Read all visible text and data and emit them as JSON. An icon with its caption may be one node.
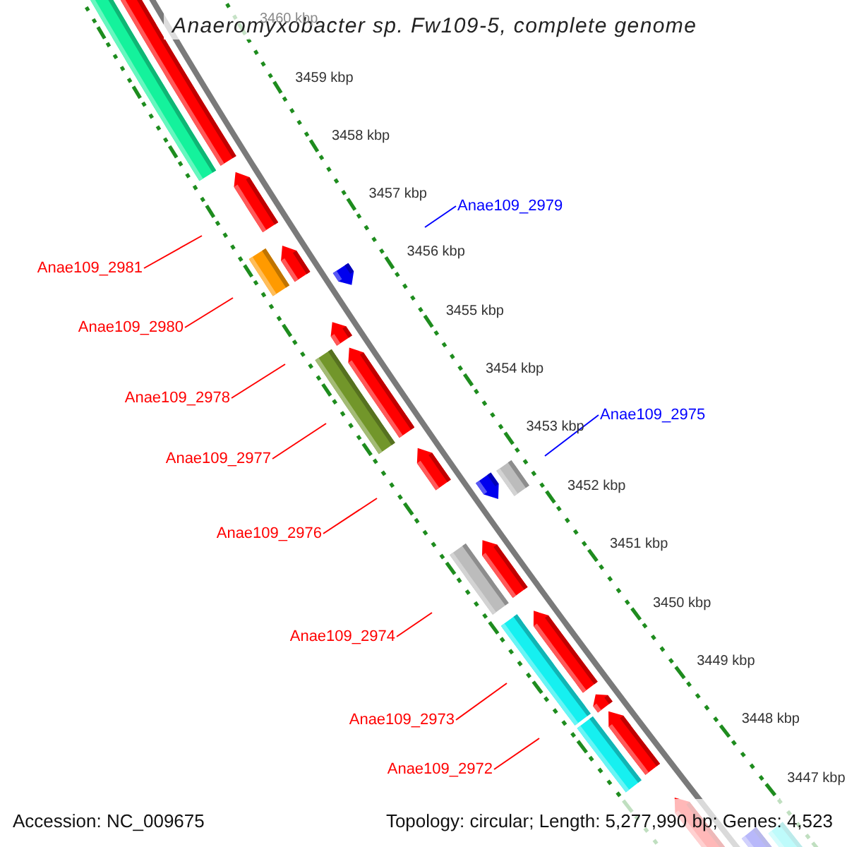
{
  "diagram": {
    "title": "Anaeromyxobacter sp. Fw109-5, complete genome",
    "nodes": [
      {
        "text": [
          "Anae109_2979"
        ]
      },
      {
        "text": [
          "Anae109_2981"
        ]
      },
      {
        "text": [
          "Anae109_2980"
        ]
      },
      {
        "text": [
          "Anae109_2978"
        ]
      },
      {
        "text": [
          "Anae109_2975"
        ]
      },
      {
        "text": [
          "Anae109_2977"
        ]
      },
      {
        "text": [
          "Anae109_2976"
        ]
      },
      {
        "text": [
          "Anae109_2974"
        ]
      },
      {
        "text": [
          "Anae109_2973"
        ]
      },
      {
        "text": [
          "Anae109_2972"
        ]
      }
    ],
    "edges": [
      {
        "from": 0,
        "to": null,
        "arrow": "none",
        "color": "#0000ff"
      },
      {
        "from": 1,
        "to": null,
        "arrow": "none"
      },
      {
        "from": 2,
        "to": null,
        "arrow": "none"
      },
      {
        "from": 3,
        "to": null,
        "arrow": "none"
      },
      {
        "from": 4,
        "to": null,
        "arrow": "none",
        "color": "#0000ff"
      },
      {
        "from": 5,
        "to": null,
        "arrow": "none"
      },
      {
        "from": 6,
        "to": null,
        "arrow": "none"
      },
      {
        "from": 7,
        "to": null,
        "arrow": "none"
      },
      {
        "from": 8,
        "to": null,
        "arrow": "none"
      },
      {
        "from": 9,
        "to": null,
        "arrow": "none"
      }
    ],
    "labels": [
      "3460 kbp",
      "3459 kbp",
      "3458 kbp",
      "3457 kbp",
      "3456 kbp",
      "3455 kbp",
      "3454 kbp",
      "3453 kbp",
      "3452 kbp",
      "3451 kbp",
      "3450 kbp",
      "3449 kbp",
      "3448 kbp",
      "3447 kbp",
      "Accession: NC_009675",
      "Topology: circular; Length: 5,277,990 bp; Genes: 4,523"
    ]
  }
}
